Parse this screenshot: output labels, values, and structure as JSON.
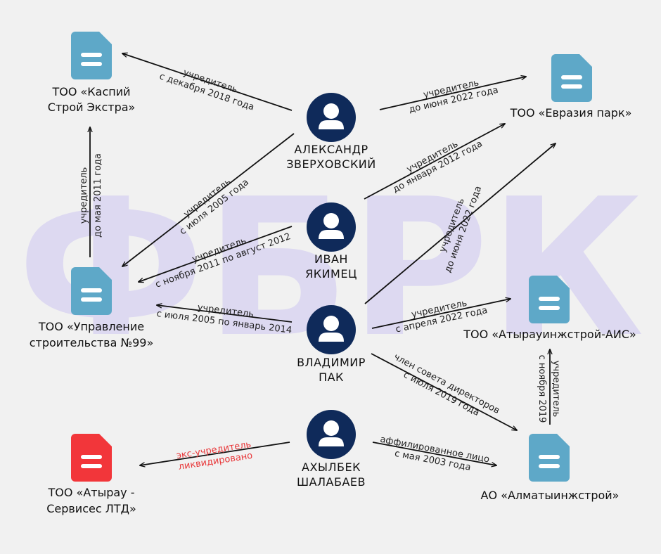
{
  "watermark": "ФБРК",
  "colors": {
    "background": "#f1f1f1",
    "doc_blue": "#5ea8c8",
    "doc_red": "#f2363a",
    "person_navy": "#0f2a5a",
    "arrow": "#111111",
    "exFounderText": "#e8383a",
    "watermark": "#b7a9f1"
  },
  "persons": [
    {
      "id": "zverkhovsky",
      "icon": "user-icon",
      "line1": "АЛЕКСАНДР",
      "line2": "ЗВЕРХОВСКИЙ"
    },
    {
      "id": "yakimets",
      "icon": "user-icon",
      "line1": "ИВАН",
      "line2": "ЯКИМЕЦ"
    },
    {
      "id": "pak",
      "icon": "user-icon",
      "line1": "ВЛАДИМИР",
      "line2": "ПАК"
    },
    {
      "id": "shalabaev",
      "icon": "user-icon",
      "line1": "АХЫЛБЕК",
      "line2": "ШАЛАБАЕВ"
    }
  ],
  "companies": [
    {
      "id": "kaspiy",
      "icon": "document-icon",
      "color": "blue",
      "line1": "ТОО «Каспий",
      "line2": "Строй Экстра»"
    },
    {
      "id": "evraziya",
      "icon": "document-icon",
      "color": "blue",
      "line1": "ТОО «Евразия парк»",
      "line2": ""
    },
    {
      "id": "upravlenie",
      "icon": "document-icon",
      "color": "blue",
      "line1": "ТОО «Управление",
      "line2": "строительства №99»"
    },
    {
      "id": "atyrauinzh",
      "icon": "document-icon",
      "color": "blue",
      "line1": "ТОО «Атырауинжстрой-АИС»",
      "line2": ""
    },
    {
      "id": "atyrau_servis",
      "icon": "document-icon",
      "color": "red",
      "line1": "ТОО «Атырау -",
      "line2": "Сервисес ЛТД»"
    },
    {
      "id": "almaty",
      "icon": "document-icon",
      "color": "blue",
      "line1": "АО «Алматыинжстрой»",
      "line2": ""
    }
  ],
  "edges": [
    {
      "id": "zv_kaspiy",
      "line1": "учредитель",
      "line2": "с декабря 2018 года"
    },
    {
      "id": "zv_evraziya",
      "line1": "учредитель",
      "line2": "до июня 2022 года"
    },
    {
      "id": "zv_upravlenie",
      "line1": "учредитель",
      "line2": "с июля 2005 года"
    },
    {
      "id": "ya_evraziya",
      "line1": "учредитель",
      "line2": "до января 2012 года"
    },
    {
      "id": "ya_upravlenie",
      "line1": "учредитель",
      "line2": "с ноября 2011 по август 2012"
    },
    {
      "id": "upr_kaspiy",
      "line1": "учредитель",
      "line2": "до мая 2011 года"
    },
    {
      "id": "pak_upravlenie",
      "line1": "учредитель",
      "line2": "с июля 2005 по январь 2014"
    },
    {
      "id": "pak_evraziya",
      "line1": "учредитель",
      "line2": "до июня 2022 года"
    },
    {
      "id": "pak_atyrauinzh",
      "line1": "учредитель",
      "line2": "с апреля 2022 года"
    },
    {
      "id": "pak_almaty",
      "line1": "член совета директоров",
      "line2": "с июля 2019 года"
    },
    {
      "id": "almaty_atyrauinzh",
      "line1": "учредитель",
      "line2": "с ноября 2019"
    },
    {
      "id": "sh_atyrau_servis",
      "line1": "экс-учредитель",
      "line2": "ликвидировано"
    },
    {
      "id": "sh_almaty",
      "line1": "аффилированное лицо",
      "line2": "с мая 2003 года"
    }
  ]
}
